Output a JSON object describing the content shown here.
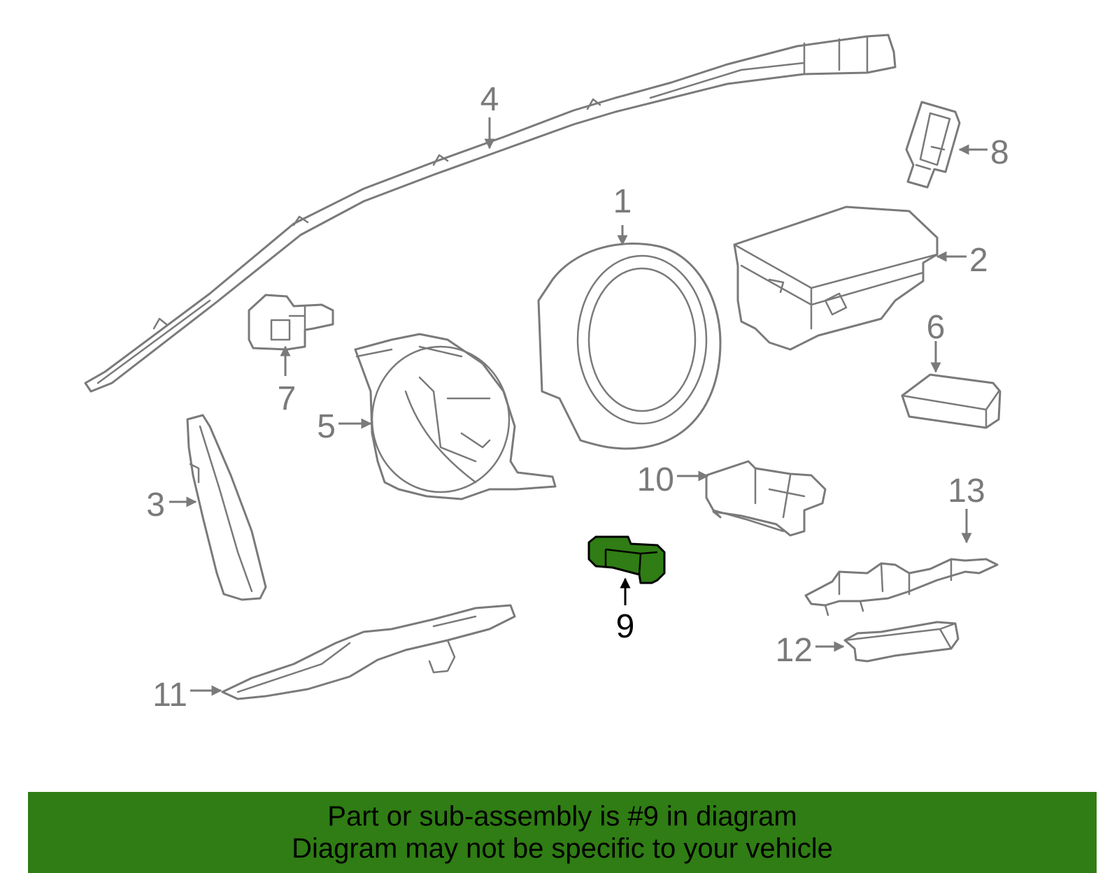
{
  "diagram": {
    "callouts": {
      "c1": "1",
      "c2": "2",
      "c3": "3",
      "c4": "4",
      "c5": "5",
      "c6": "6",
      "c7": "7",
      "c8": "8",
      "c9": "9",
      "c10": "10",
      "c11": "11",
      "c12": "12",
      "c13": "13"
    },
    "highlight_color": "#2f7d14",
    "line_color": "#7a7a7a",
    "highlighted_part": "9"
  },
  "banner": {
    "line1": "Part or sub-assembly is #9 in diagram",
    "line2": "Diagram may not be specific to your vehicle",
    "background": "#2f7d14"
  }
}
